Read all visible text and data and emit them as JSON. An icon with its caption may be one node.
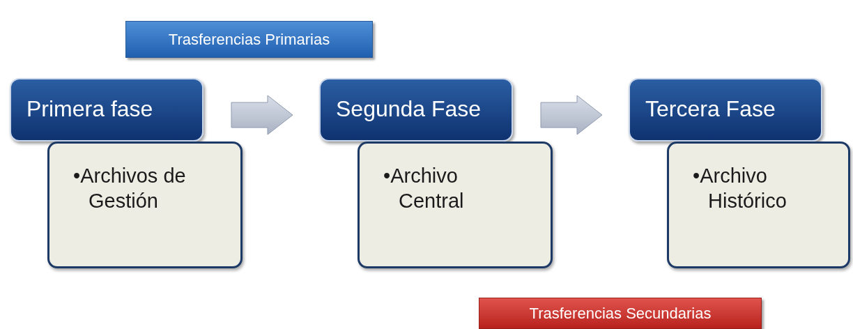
{
  "diagram": {
    "nodes": [
      {
        "text": [
          "Trasferencias Primarias"
        ]
      },
      {
        "text": [
          "Primera fase"
        ]
      },
      {
        "text": [
          "•Archivos de Gestión"
        ]
      },
      {
        "text": [
          "Segunda Fase"
        ]
      },
      {
        "text": [
          "•Archivo Central"
        ]
      },
      {
        "text": [
          "Tercera Fase"
        ]
      },
      {
        "text": [
          "•Archivo Histórico"
        ]
      },
      {
        "text": [
          "Trasferencias Secundarias"
        ]
      }
    ],
    "edges": [
      {
        "from": 1,
        "to": 3,
        "arrow": "to"
      },
      {
        "from": 3,
        "to": 5,
        "arrow": "to"
      }
    ]
  }
}
